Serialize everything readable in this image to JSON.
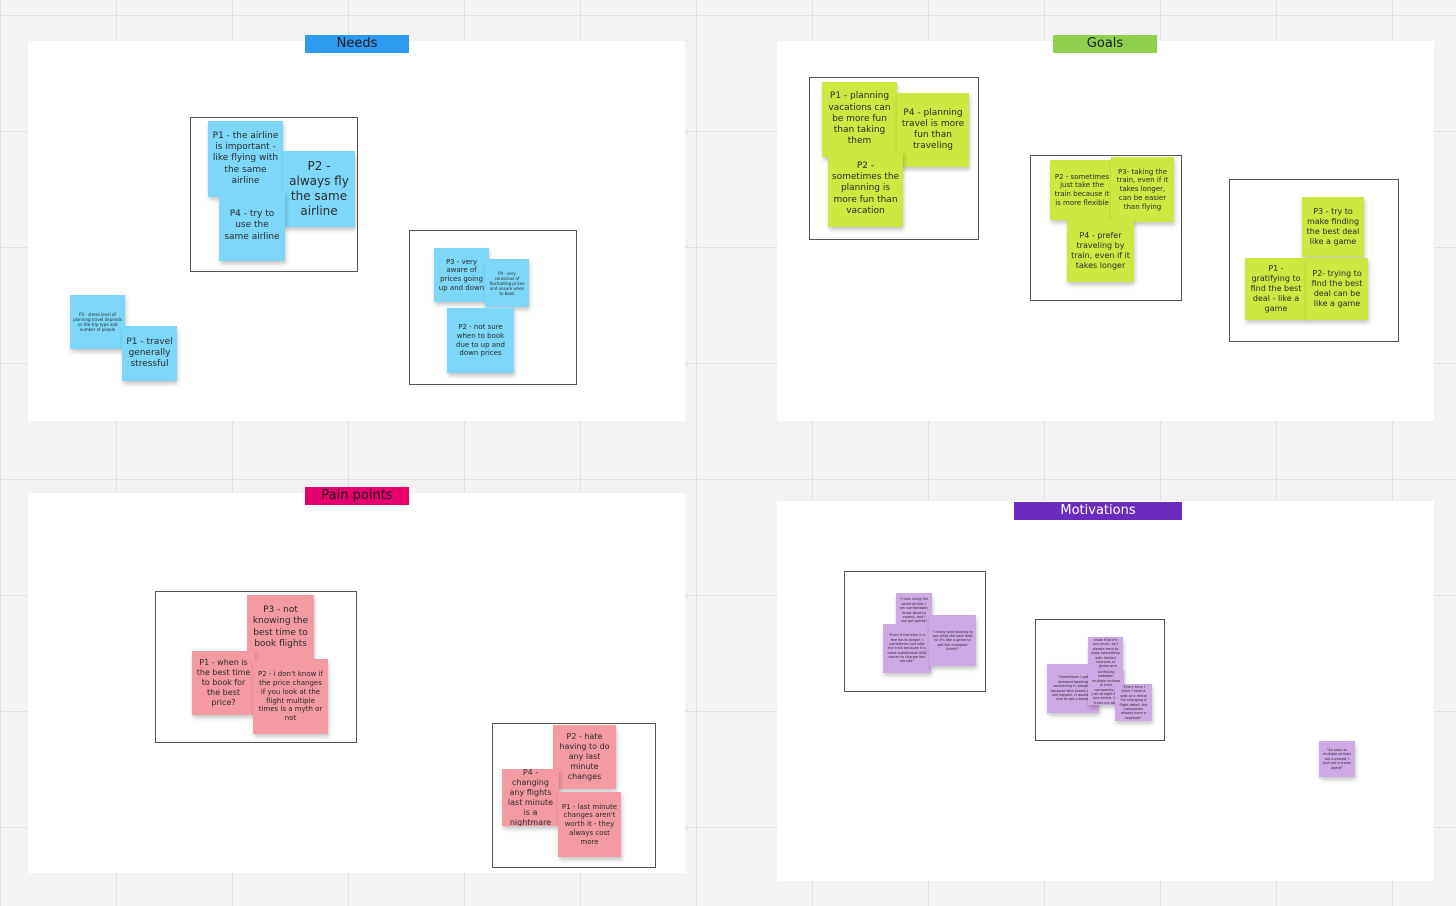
{
  "needs": {
    "label": "Needs",
    "color": "#2d9bf0",
    "notes": [
      "P1 - the airline is important - like flying with the same airline",
      "P2 - always fly the same airline",
      "P4 - try to use the same airline",
      "P3 - very aware of prices going up and down",
      "P4 - very conscious of fluctuating prices and unsure when to book",
      "P2 - not sure when to book due to up and down prices",
      "P3 - stress level of planning travel depends on the trip type and number of people",
      "P1 - travel generally stressful"
    ]
  },
  "goals": {
    "label": "Goals",
    "color": "#8fd14f",
    "notes": [
      "P1 - planning vacations can be more fun than taking them",
      "P4 - planning travel is more fun than traveling",
      "P2 - sometimes the planning is more fun than vacation",
      "P2 - sometimes just take the train because it is more flexible",
      "P3- taking the train, even if it takes longer, can be easier than flying",
      "P4 - prefer traveling by train, even if it takes longer",
      "P3 - try to make finding the best deal like a game",
      "P1 - gratifying to find the best deal - like a game",
      "P2- trying to find the best deal can be like a game"
    ]
  },
  "pain_points": {
    "label": "Pain points",
    "color": "#e6006d",
    "notes": [
      "P3 - not knowing the best time to book flights",
      "P1 - when is the best time to book for the best price?",
      "P2 - i don't know if the price changes if you look at the flight multiple times is a myth or not",
      "P2 - hate having to do any last minute changes",
      "P4 - changing any flights last minute is a nightmare",
      "P1 - last minute changes aren't worth it - they always cost more"
    ]
  },
  "motivations": {
    "label": "Motivations",
    "color": "#6c2bbf",
    "notes": [
      "\"I love using the same airline. I am comfortable, know what to expect, and I can get points\"",
      "\"Even if the train is a few hours longer, I sometimes just take the train because it is more sustainable AND easier to change last minute\"",
      "\"I really love looking to see what the best deal is! It's like a game to get the cheapest ticket!\"",
      "\"I always just know that it's too much, so I always tend to book something with limited chances of sickness and invasive ingredients\"",
      "\"Sometimes I get stressed booking something in advance because who knows what will happen. It would be nice to get a break\"",
      "\"It might be confusing between multiple airlines in their companies. It just straight to a one airline. If it turns my own way\"",
      "\"Every time I think I have a seat or a rental I'm changing a flight detail, the companies always have a loophole\"",
      "\"As soon as multiple airlines are involved, I just call a travel agent\""
    ]
  }
}
